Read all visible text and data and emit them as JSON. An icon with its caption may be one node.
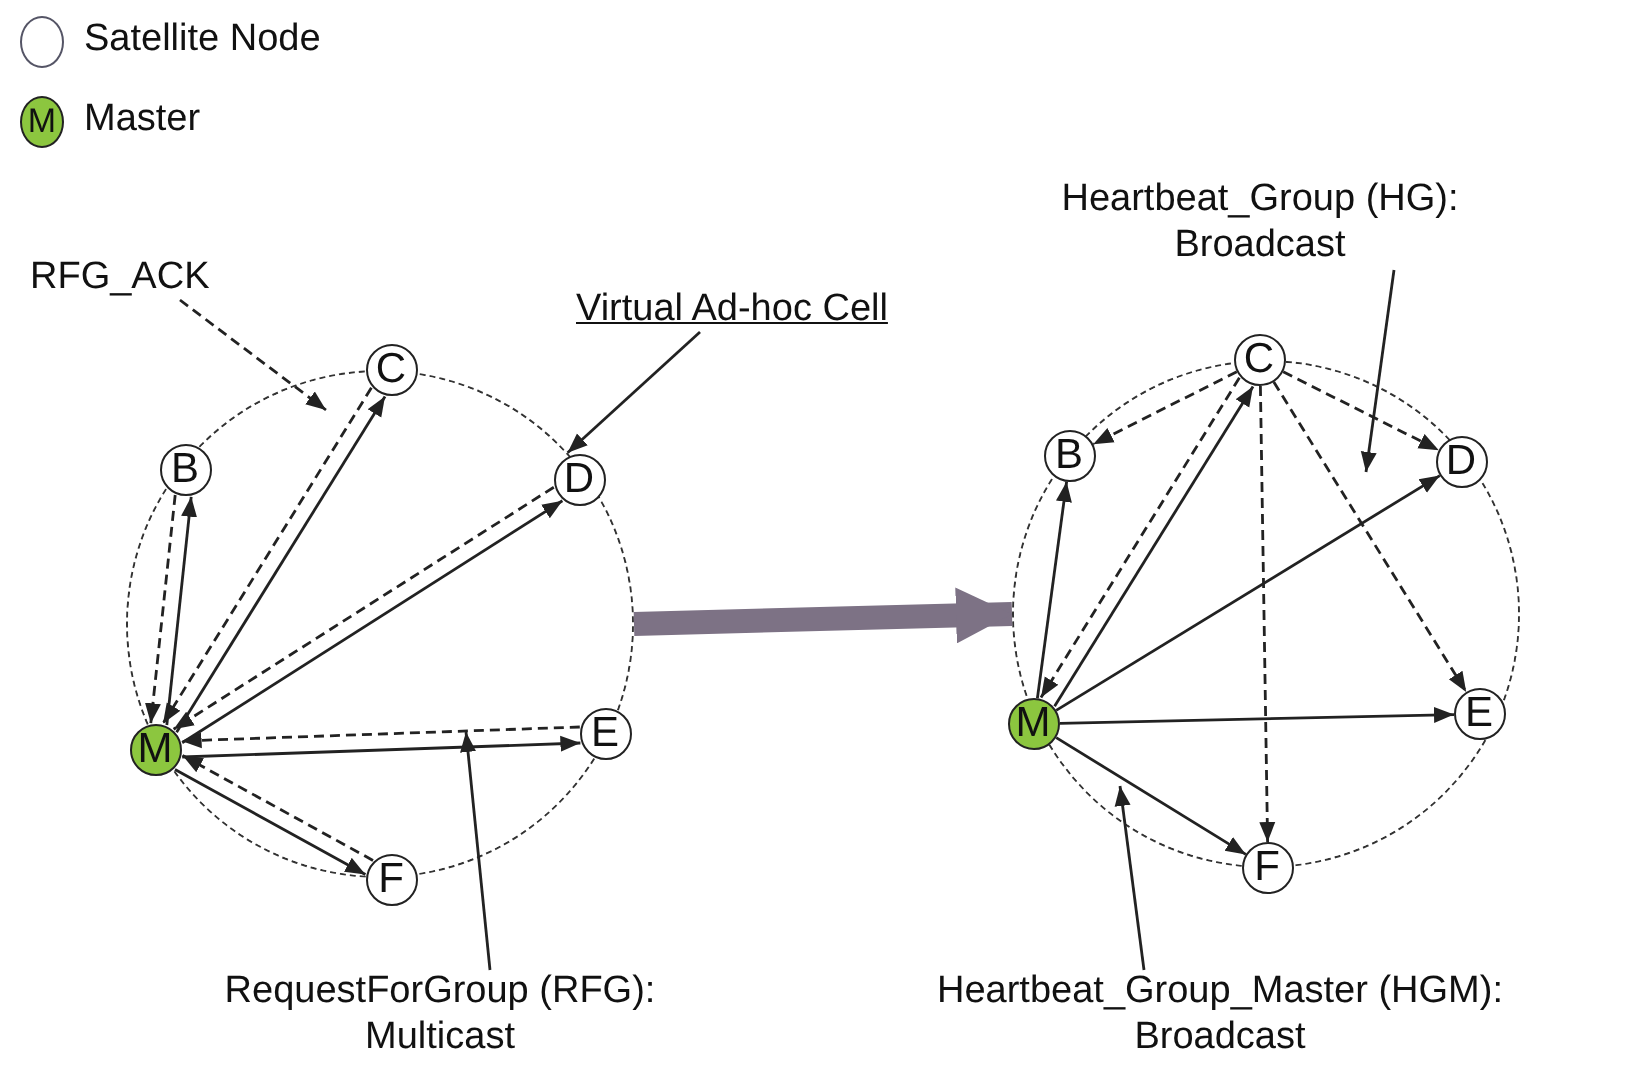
{
  "diagram": {
    "nodes": [
      {
        "text": [
          "RFG_ACK"
        ]
      },
      {
        "text": [
          "Virtual Ad-hoc Cell"
        ]
      },
      {
        "text": [],
        "shape": "circle"
      },
      {
        "text": [
          "B"
        ],
        "in": 2
      },
      {
        "text": [
          "C"
        ],
        "in": 2
      },
      {
        "text": [
          "D"
        ],
        "in": 2
      },
      {
        "text": [
          "E"
        ],
        "in": 2
      },
      {
        "text": [
          "F"
        ],
        "in": 2
      },
      {
        "text": [
          "M"
        ],
        "in": 2
      },
      {
        "text": [
          "RequestForGroup (RFG): Multicast"
        ]
      },
      {
        "text": [
          "Heartbeat_Group (HG): Broadcast"
        ]
      },
      {
        "text": [],
        "shape": "circle"
      },
      {
        "text": [
          "B"
        ],
        "in": 11
      },
      {
        "text": [
          "C"
        ],
        "in": 11
      },
      {
        "text": [
          "D"
        ],
        "in": 11
      },
      {
        "text": [
          "E"
        ],
        "in": 11
      },
      {
        "text": [
          "F"
        ],
        "in": 11
      },
      {
        "text": [
          "M"
        ],
        "in": 11
      },
      {
        "text": [
          "Heartbeat_Group_Master (HGM): Broadcast"
        ]
      }
    ],
    "edges": [
      {
        "from": 8,
        "to": 3,
        "arrow": "to"
      },
      {
        "from": 3,
        "to": 8,
        "arrow": "to",
        "style": "dashed"
      },
      {
        "from": 8,
        "to": 4,
        "arrow": "to"
      },
      {
        "from": 4,
        "to": 8,
        "arrow": "to",
        "style": "dashed"
      },
      {
        "from": 8,
        "to": 5,
        "arrow": "to"
      },
      {
        "from": 5,
        "to": 8,
        "arrow": "to",
        "style": "dashed"
      },
      {
        "from": 8,
        "to": 6,
        "arrow": "to"
      },
      {
        "from": 6,
        "to": 8,
        "arrow": "to",
        "style": "dashed"
      },
      {
        "from": 8,
        "to": 7,
        "arrow": "to"
      },
      {
        "from": 7,
        "to": 8,
        "arrow": "to",
        "style": "dashed"
      },
      {
        "from": 0,
        "to": 2,
        "arrow": "to",
        "style": "dashed"
      },
      {
        "from": 1,
        "to": 2,
        "arrow": "to"
      },
      {
        "from": 9,
        "to": 2,
        "arrow": "to"
      },
      {
        "from": 2,
        "to": 11,
        "arrow": "to",
        "style": "thick",
        "color": "#7d7285"
      },
      {
        "from": 17,
        "to": 12,
        "arrow": "to"
      },
      {
        "from": 17,
        "to": 13,
        "arrow": "to"
      },
      {
        "from": 13,
        "to": 17,
        "arrow": "to",
        "style": "dashed"
      },
      {
        "from": 13,
        "to": 12,
        "arrow": "to",
        "style": "dashed"
      },
      {
        "from": 13,
        "to": 14,
        "arrow": "to",
        "style": "dashed"
      },
      {
        "from": 13,
        "to": 15,
        "arrow": "to",
        "style": "dashed"
      },
      {
        "from": 13,
        "to": 16,
        "arrow": "to",
        "style": "dashed"
      },
      {
        "from": 17,
        "to": 14,
        "arrow": "to"
      },
      {
        "from": 17,
        "to": 15,
        "arrow": "to"
      },
      {
        "from": 17,
        "to": 16,
        "arrow": "to"
      },
      {
        "from": 10,
        "to": 11,
        "arrow": "to"
      },
      {
        "from": 18,
        "to": 11,
        "arrow": "to"
      }
    ],
    "labels": [
      "M"
    ],
    "legend": [
      {
        "text": "Satellite Node"
      },
      {
        "text": "Master",
        "color": "#8cc63f"
      }
    ]
  }
}
